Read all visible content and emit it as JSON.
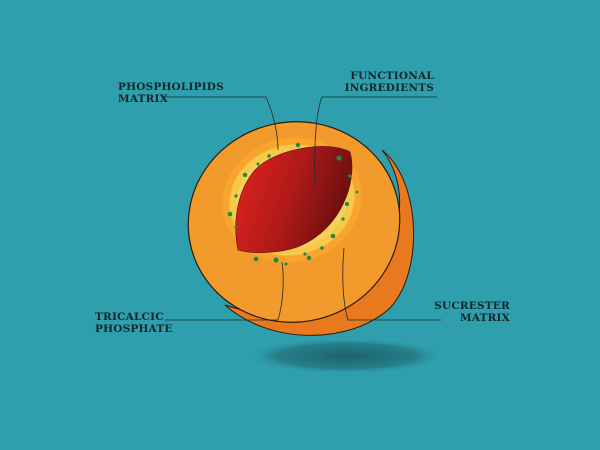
{
  "labels": {
    "phospholipids": {
      "line1": "PHOSPHOLIPIDS",
      "line2": "MATRIX"
    },
    "functional": {
      "line1": "FUNCTIONAL",
      "line2": "INGREDIENTS"
    },
    "tricalcic": {
      "line1": "TRICALCIC",
      "line2": "PHOSPHATE"
    },
    "sucrester": {
      "line1": "SUCRESTER",
      "line2": "MATRIX"
    }
  },
  "colors": {
    "background": "#2f9fae",
    "outer_shell": "#f39a2c",
    "shell_side": "#e8791e",
    "phospholipid_ring": "#f8c84a",
    "tricalcic_ring": "#f7a52c",
    "core_light": "#e0221f",
    "core_dark": "#7c1313",
    "particles": "#1f8a3a",
    "shadow": "#1f6a73"
  }
}
